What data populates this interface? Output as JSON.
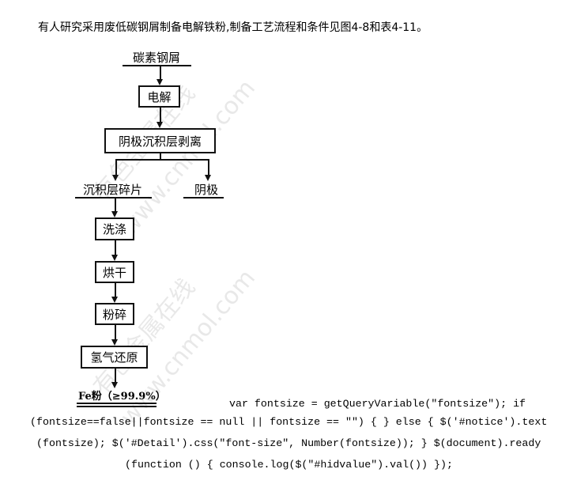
{
  "title": "有人研究采用废低碳钢屑制备电解铁粉,制备工艺流程和条件见图4-8和表4-11。",
  "flowchart": {
    "start": "碳素钢屑",
    "step1": "电解",
    "step2": "阴极沉积层剥离",
    "branch_left": "沉积层碎片",
    "branch_right": "阴极",
    "step3": "洗涤",
    "step4": "烘干",
    "step5": "粉碎",
    "step6": "氢气还原",
    "product": "Fe粉（≥99.9%）",
    "watermark": "有色金属在线 www.cnmol.com"
  },
  "code_lines": [
    "var fontsize = getQueryVariable(\"fontsize\"); if",
    "(fontsize==false||fontsize == null || fontsize == \"\") { } else { $('#notice').text",
    "(fontsize); $('#Detail').css(\"font-size\", Number(fontsize)); } $(document).ready",
    "(function () { console.log($(\"#hidvalue\").val()) });"
  ]
}
